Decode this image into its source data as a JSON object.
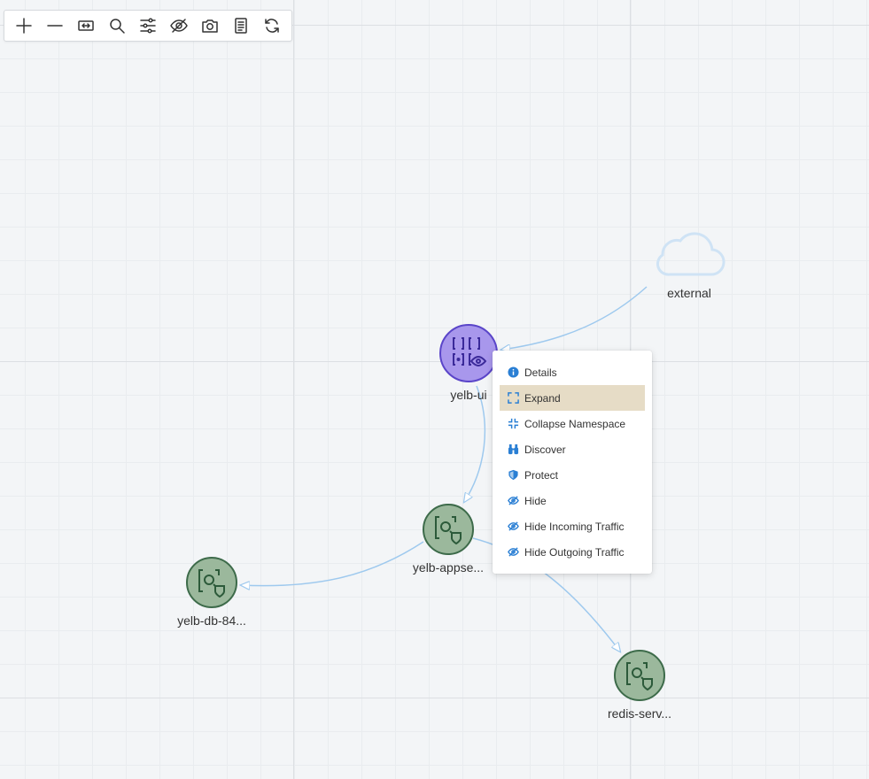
{
  "toolbar": {
    "buttons": [
      {
        "name": "zoom-in",
        "icon": "plus-icon"
      },
      {
        "name": "zoom-out",
        "icon": "minus-icon"
      },
      {
        "name": "fit",
        "icon": "fit-to-screen-icon"
      },
      {
        "name": "search",
        "icon": "search-icon"
      },
      {
        "name": "filter",
        "icon": "sliders-icon"
      },
      {
        "name": "hide",
        "icon": "eye-off-icon"
      },
      {
        "name": "snapshot",
        "icon": "camera-icon"
      },
      {
        "name": "report",
        "icon": "document-icon"
      },
      {
        "name": "refresh",
        "icon": "refresh-icon"
      }
    ]
  },
  "nodes": {
    "yelb_ui": {
      "label": "yelb-ui",
      "icon": "namespace-icon",
      "fill": "#a897ec",
      "stroke": "#5a45c9"
    },
    "yelb_appserver": {
      "label": "yelb-appse...",
      "icon": "workload-shield-icon",
      "fill": "#9bb89c",
      "stroke": "#3d6b4a"
    },
    "yelb_db": {
      "label": "yelb-db-84...",
      "icon": "workload-shield-icon",
      "fill": "#9bb89c",
      "stroke": "#3d6b4a"
    },
    "redis": {
      "label": "redis-serv...",
      "icon": "workload-shield-icon",
      "fill": "#9bb89c",
      "stroke": "#3d6b4a"
    },
    "external": {
      "label": "external",
      "icon": "cloud-icon"
    }
  },
  "context_menu": {
    "items": [
      {
        "label": "Details",
        "icon": "info-icon"
      },
      {
        "label": "Expand",
        "icon": "expand-icon",
        "active": true
      },
      {
        "label": "Collapse Namespace",
        "icon": "collapse-icon"
      },
      {
        "label": "Discover",
        "icon": "binoculars-icon"
      },
      {
        "label": "Protect",
        "icon": "shield-icon"
      },
      {
        "label": "Hide",
        "icon": "eye-off-icon"
      },
      {
        "label": "Hide Incoming Traffic",
        "icon": "eye-off-icon"
      },
      {
        "label": "Hide Outgoing Traffic",
        "icon": "eye-off-icon"
      }
    ]
  },
  "colors": {
    "accent_blue": "#2a7fd4",
    "edge": "#9ec9ee",
    "menu_active": "#e6dcc6"
  }
}
